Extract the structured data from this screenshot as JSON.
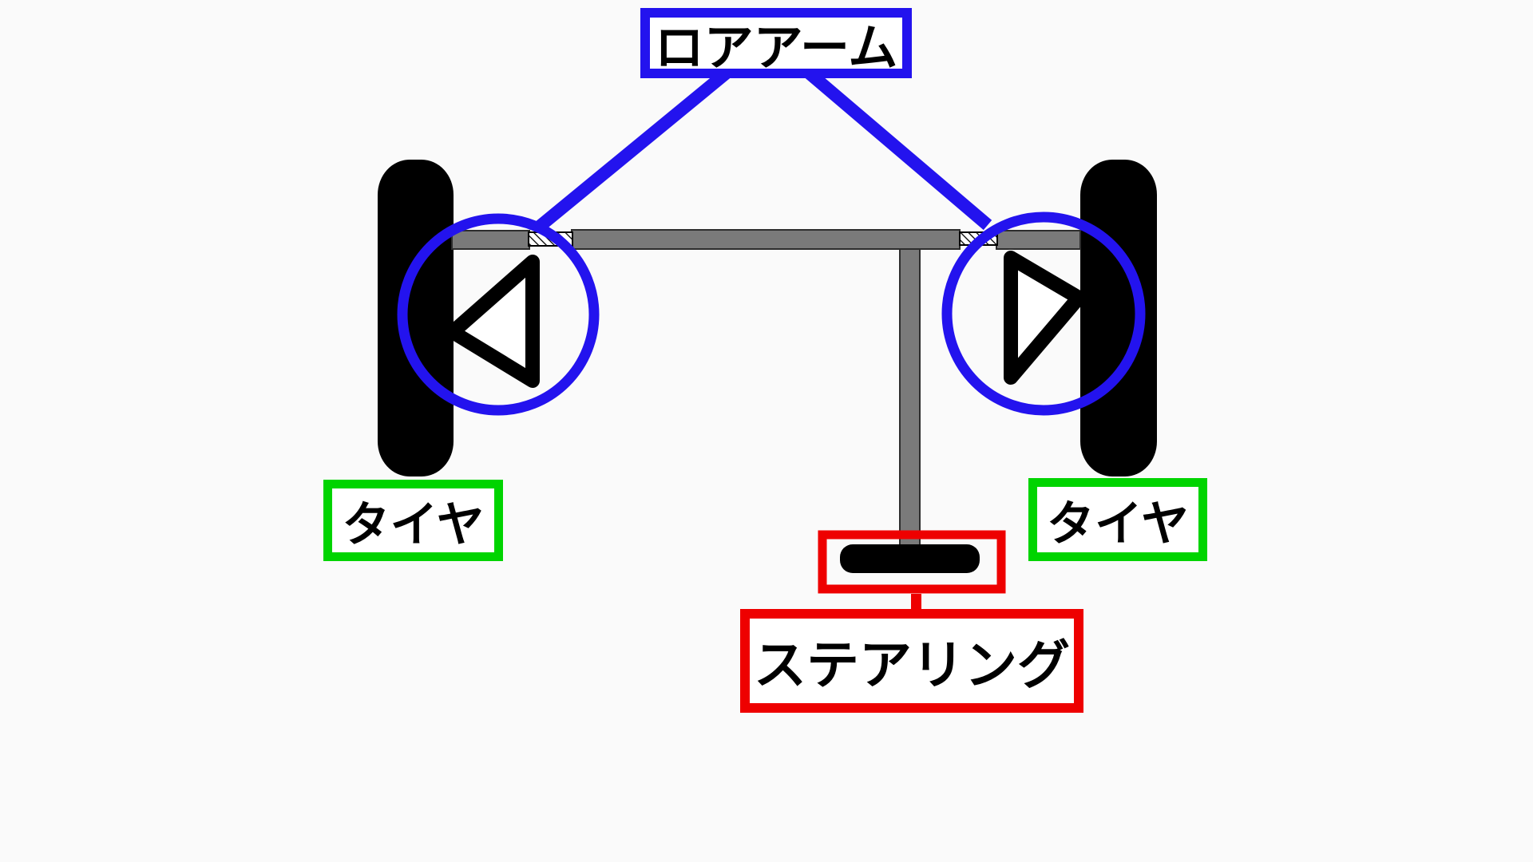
{
  "page": {
    "background": "#fafafa"
  },
  "colors": {
    "blue": "#2313ee",
    "green": "#00d400",
    "red": "#ee0000",
    "gray_bar": "#7a7a7a",
    "black": "#000000",
    "white": "#ffffff"
  },
  "labels": {
    "lower_arm": "ロアアーム",
    "tire_left": "タイヤ",
    "tire_right": "タイヤ",
    "steering": "ステアリング"
  }
}
